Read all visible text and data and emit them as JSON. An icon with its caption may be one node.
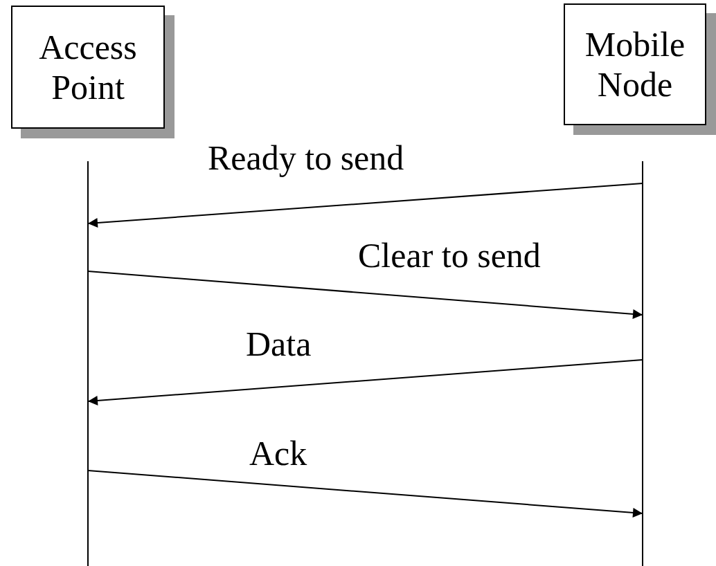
{
  "diagram": {
    "nodes": [
      {
        "text": [
          "Access Point"
        ]
      },
      {
        "text": [
          "Mobile Node"
        ]
      }
    ],
    "edges": [
      {
        "from": 1,
        "to": 0,
        "arrow": "to",
        "label": "Ready to send"
      },
      {
        "from": 0,
        "to": 1,
        "arrow": "to",
        "label": "Clear to send"
      },
      {
        "from": 1,
        "to": 0,
        "arrow": "to",
        "label": "Data"
      },
      {
        "from": 0,
        "to": 1,
        "arrow": "to",
        "label": "Ack"
      }
    ]
  }
}
